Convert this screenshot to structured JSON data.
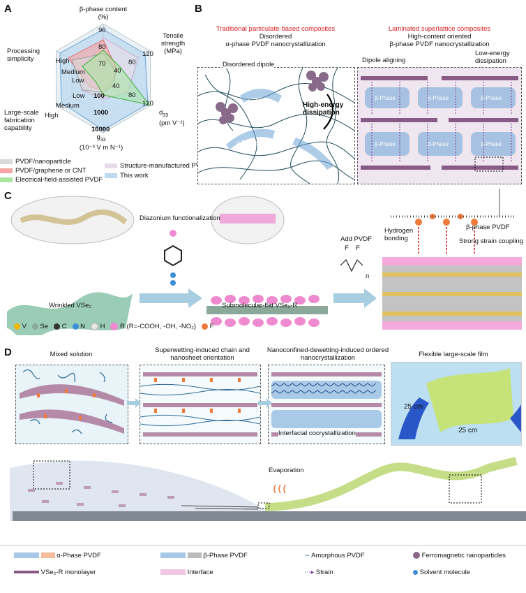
{
  "panels": {
    "A": "A",
    "B": "B",
    "C": "C",
    "D": "D"
  },
  "panelA": {
    "axes": {
      "beta": "β-phase content",
      "beta_unit": "(%)",
      "tensile": "Tensile strength",
      "tensile_unit": "(MPa)",
      "d33": "d",
      "d33_sub": "33",
      "d33_unit": "(pm V⁻¹)",
      "g33": "g",
      "g33_sub": "33",
      "g33_unit": "(10⁻³ V m N⁻¹)",
      "fab": "Large-scale fabrication capability",
      "proc": "Processing simplicity"
    },
    "ticks": {
      "beta": [
        "90",
        "80",
        "70"
      ],
      "tensile": [
        "120",
        "80",
        "40"
      ],
      "d33": [
        "40",
        "80",
        "120"
      ],
      "g33": [
        "100",
        "1000",
        "10000"
      ],
      "fab": [
        "Low",
        "Medium",
        "High"
      ],
      "proc": [
        "High",
        "Medium",
        "Low"
      ]
    },
    "legend": [
      {
        "label": "PVDF/nanoparticle",
        "color": "#d9d9d9"
      },
      {
        "label": "PVDF/graphene or CNT",
        "color": "#f4a6a6"
      },
      {
        "label": "Electrical-field-assisted PVDF",
        "color": "#a8e6a0"
      },
      {
        "label": "Structure-manufactured PVDF",
        "color": "#e6dbe8"
      },
      {
        "label": "This work",
        "color": "#bcd9ef"
      }
    ]
  },
  "panelB": {
    "left_title_red": "Traditional  particulate-based composites",
    "left_line2": "Disordered",
    "left_line3": "α-phase PVDF nanocrystallization",
    "disordered_dipole": "Disordered dipole",
    "high_energy": "High-energy dissipation",
    "alpha_label": "α-Phase",
    "right_title_red": "Laminated superlattice composites",
    "right_line2": "High-content oriented",
    "right_line3": "β-phase PVDF nanocrystallization",
    "dipole_aligning": "Dipole aligning",
    "low_energy": "Low-energy dissipation",
    "beta_label": "β-Phase"
  },
  "panelC": {
    "diazonium": "Diazonium functionalization",
    "add_pvdf": "Add PVDF",
    "formula_F1": "F",
    "formula_F2": "F",
    "formula_n": "n",
    "wrinkled": "Wrinkled VSe₂",
    "submolecular": "Submolecular-flat VSe₂-R",
    "hydrogen": "Hydrogen bonding",
    "beta_pvdf": "β-phase PVDF",
    "strain_coupling": "Strong strain coupling",
    "atoms": [
      {
        "sym": "V",
        "color": "#f2b705"
      },
      {
        "sym": "Se",
        "color": "#8aa99a"
      },
      {
        "sym": "C",
        "color": "#333333"
      },
      {
        "sym": "N",
        "color": "#3a8fd6"
      },
      {
        "sym": "H",
        "color": "#e6e6e6"
      },
      {
        "sym": "R (R=-COOH, -OH, -NO₂)",
        "color": "#f08ad0"
      },
      {
        "sym": "F",
        "color": "#f07a3a"
      }
    ]
  },
  "panelD": {
    "mixed": "Mixed solution",
    "superwetting": "Superwetting-induced chain and nanosheet  orientation",
    "nanoconfined": "Nanoconfined-dewetting-induced ordered nanocrystallization",
    "flexible": "Flexible large-scale film",
    "interfacial": "Interfacial cocrystallization",
    "cm1": "25 cm",
    "cm2": "25 cm",
    "evaporation": "Evaporation"
  },
  "bottom_legend": {
    "alpha": "α-Phase PVDF",
    "beta": "β-Phase PVDF",
    "amorphous": "Amorphous PVDF",
    "ferro": "Ferromagnetic nanoparticles",
    "vse2": "VSe₂-R monolayer",
    "interface": "Interface",
    "strain": "Strain",
    "solvent": "Solvent molecule"
  }
}
